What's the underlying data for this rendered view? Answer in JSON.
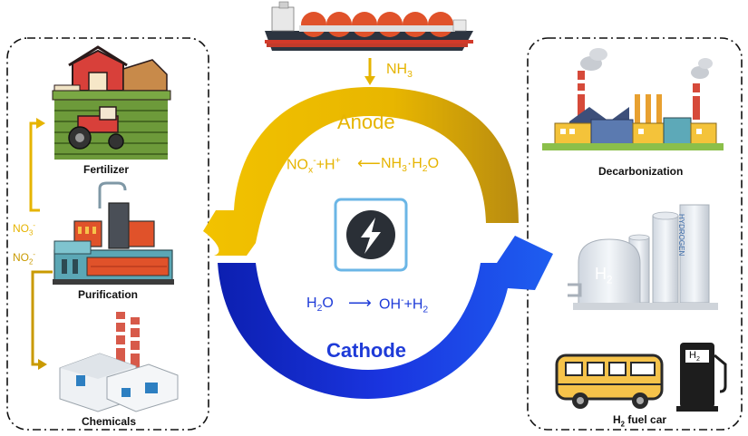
{
  "top": {
    "reactant": "NH",
    "reactant_sub": "3"
  },
  "anode": {
    "label": "Anode",
    "eq_left": "NO",
    "eq_left_sub": "x",
    "eq_left_sup": "-",
    "eq_plus": "+H",
    "eq_plus_sup": "+",
    "eq_right": "NH",
    "eq_right_sub": "3",
    "eq_right_tail": "·H",
    "eq_right_sub2": "2",
    "eq_right_end": "O"
  },
  "cathode": {
    "label": "Cathode",
    "eq_left": "H",
    "eq_left_sub": "2",
    "eq_left_end": "O",
    "eq_right": "OH",
    "eq_right_sup": "-",
    "eq_plus": "+H",
    "eq_plus_sub": "2"
  },
  "left_panel": {
    "fertilizer": "Fertilizer",
    "purification": "Purification",
    "chemicals": "Chemicals",
    "no3": "NO",
    "no3_sub": "3",
    "no3_sup": "-",
    "no2": "NO",
    "no2_sub": "2",
    "no2_sup": "-"
  },
  "right_panel": {
    "decarbonization": "Decarbonization",
    "h2_tank": "H",
    "h2_tank_sub": "2",
    "tower_text": "HYDROGEN",
    "pump_label": "H",
    "pump_sub": "2",
    "fuel_car": "H",
    "fuel_car_sub": "2",
    "fuel_car_tail": " fuel car"
  },
  "colors": {
    "gold": "#e6b400",
    "gold_dark": "#c99a00",
    "blue": "#1e3bd8",
    "blue_dark": "#0a1aa8",
    "ship_red": "#e0522a"
  },
  "icons": [
    "cargo-ship-icon",
    "barn-icon",
    "tractor-icon",
    "factory-icon",
    "chemical-plant-icon",
    "power-plant-icon",
    "hydrogen-tank-icon",
    "bus-icon",
    "fuel-pump-icon",
    "lightning-icon"
  ]
}
